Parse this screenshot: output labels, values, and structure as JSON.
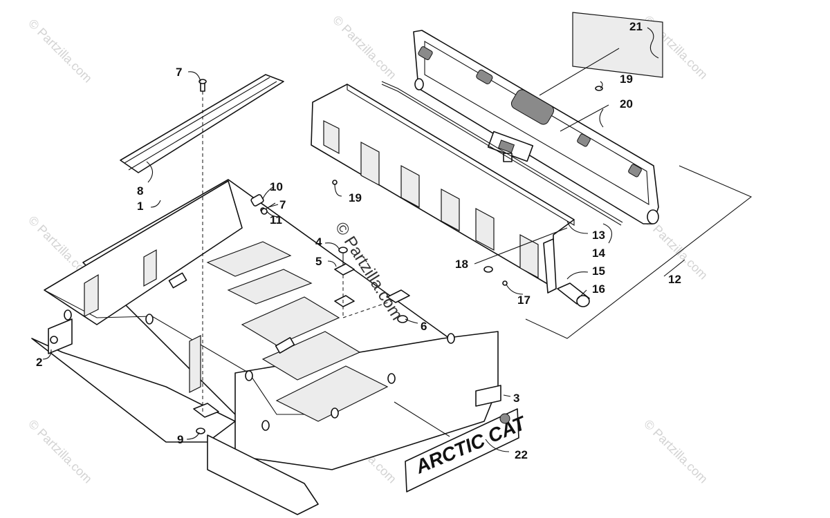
{
  "watermark": {
    "text": "© Partzilla.com",
    "center_text": "© Partzilla.com"
  },
  "logo": {
    "text": "ARCTIC CAT"
  },
  "callouts": [
    {
      "id": "c21",
      "label": "21"
    },
    {
      "id": "c7a",
      "label": "7"
    },
    {
      "id": "c19a",
      "label": "19"
    },
    {
      "id": "c20",
      "label": "20"
    },
    {
      "id": "c8",
      "label": "8"
    },
    {
      "id": "c10",
      "label": "10"
    },
    {
      "id": "c1",
      "label": "1"
    },
    {
      "id": "c7b",
      "label": "7"
    },
    {
      "id": "c11",
      "label": "11"
    },
    {
      "id": "c19b",
      "label": "19"
    },
    {
      "id": "c13",
      "label": "13"
    },
    {
      "id": "c14",
      "label": "14"
    },
    {
      "id": "c4",
      "label": "4"
    },
    {
      "id": "c5",
      "label": "5"
    },
    {
      "id": "c18",
      "label": "18"
    },
    {
      "id": "c15",
      "label": "15"
    },
    {
      "id": "c12",
      "label": "12"
    },
    {
      "id": "c16",
      "label": "16"
    },
    {
      "id": "c17",
      "label": "17"
    },
    {
      "id": "c6",
      "label": "6"
    },
    {
      "id": "c2",
      "label": "2"
    },
    {
      "id": "c3",
      "label": "3"
    },
    {
      "id": "c9",
      "label": "9"
    },
    {
      "id": "c22",
      "label": "22"
    }
  ]
}
